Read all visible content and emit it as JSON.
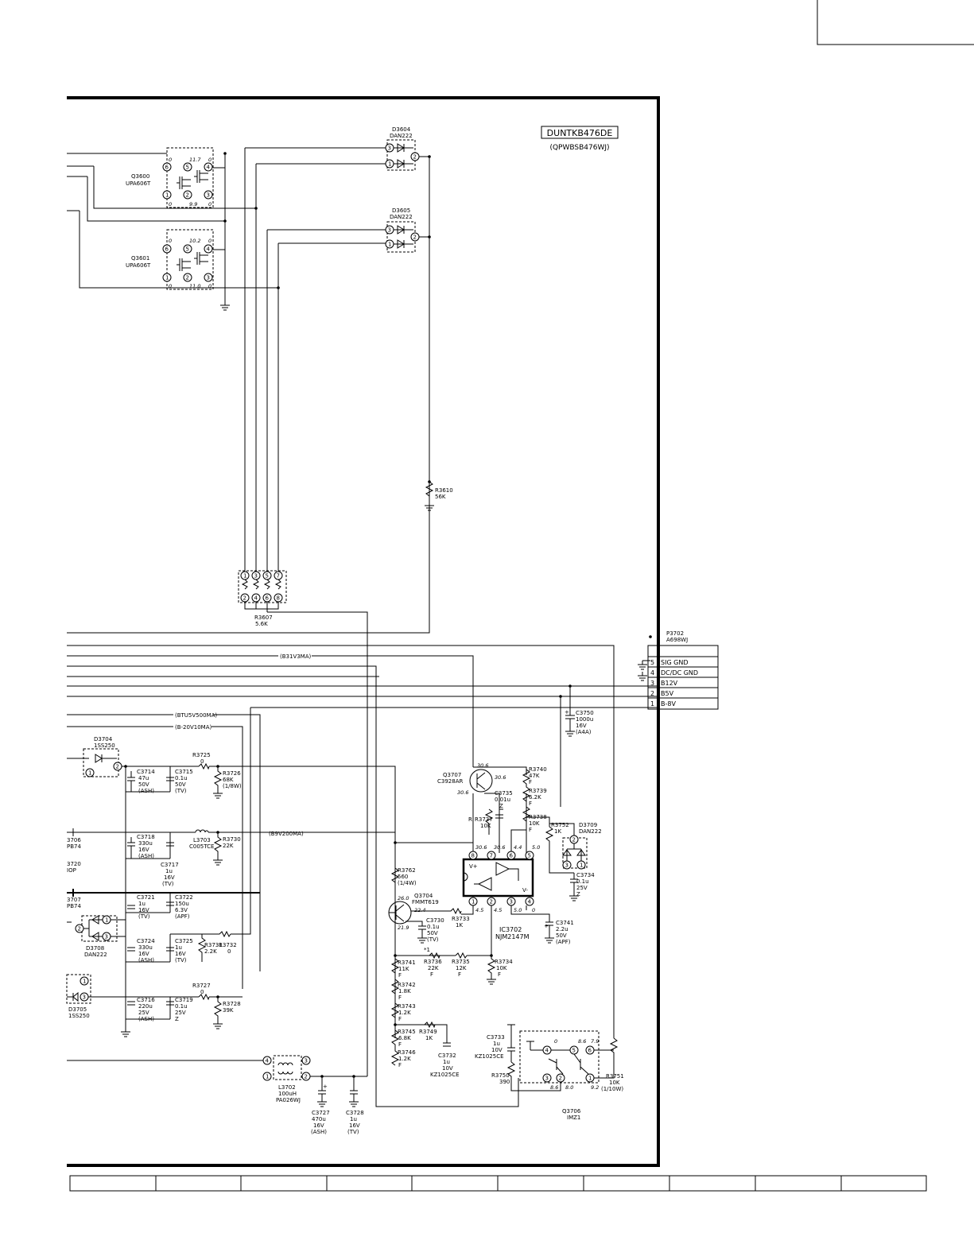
{
  "board": {
    "code": "DUNTKB476DE",
    "sub": "(QPWBSB476WJ)"
  },
  "transistors": [
    {
      "ref": "Q3600",
      "part": "UPA606T",
      "v": [
        "0",
        "11.7",
        "0",
        "0",
        "9.9",
        "0"
      ]
    },
    {
      "ref": "Q3601",
      "part": "UPA606T",
      "v": [
        "0",
        "10.2",
        "0",
        "0",
        "11.0",
        "0"
      ]
    },
    {
      "ref": "Q3707",
      "part": "C3928AR",
      "v": [
        "30.6",
        "30.6",
        "30.6"
      ]
    },
    {
      "ref": "Q3704",
      "part": "FMMT619",
      "v": [
        "26.0",
        "22.4",
        "21.9"
      ]
    },
    {
      "ref": "Q3706",
      "part": "IMZ1"
    }
  ],
  "diodes": [
    {
      "ref": "D3604",
      "part": "DAN222"
    },
    {
      "ref": "D3605",
      "part": "DAN222"
    },
    {
      "ref": "D3704",
      "part": "1SS250"
    },
    {
      "ref": "D3709",
      "part": "DAN222"
    },
    {
      "ref": "D3708",
      "part": "DAN222"
    },
    {
      "ref": "D3705",
      "part": "1SS250"
    }
  ],
  "resistors": [
    {
      "ref": "R3610",
      "val": "56K"
    },
    {
      "ref": "R3607",
      "val": "5.6K"
    },
    {
      "ref": "R3725",
      "val": "0"
    },
    {
      "ref": "R3726",
      "val": "68K",
      "note": "(1/8W)"
    },
    {
      "ref": "R3730",
      "val": "22K"
    },
    {
      "ref": "R3731",
      "val": "2.2K"
    },
    {
      "ref": "R3732",
      "val": "0"
    },
    {
      "ref": "R3727",
      "val": "0"
    },
    {
      "ref": "R3728",
      "val": "39K"
    },
    {
      "ref": "R3740",
      "val": "47K",
      "tol": "F"
    },
    {
      "ref": "R3739",
      "val": "6.2K",
      "tol": "F"
    },
    {
      "ref": "R3738",
      "val": "10K",
      "tol": "F"
    },
    {
      "ref": "R3737",
      "val": "10K"
    },
    {
      "ref": "R3752",
      "val": "1K"
    },
    {
      "ref": "R3762",
      "val": "560",
      "note": "(1/4W)"
    },
    {
      "ref": "R3733",
      "val": "1K"
    },
    {
      "ref": "R3736",
      "val": "22K",
      "tol": "F"
    },
    {
      "ref": "R3735",
      "val": "12K",
      "tol": "F"
    },
    {
      "ref": "R3734",
      "val": "10K",
      "tol": "F"
    },
    {
      "ref": "R3741",
      "val": "11K",
      "tol": "F"
    },
    {
      "ref": "R3742",
      "val": "1.8K",
      "tol": "F"
    },
    {
      "ref": "R3743",
      "val": "1.2K",
      "tol": "F"
    },
    {
      "ref": "R3745",
      "val": "6.8K",
      "tol": "F"
    },
    {
      "ref": "R3746",
      "val": "1.2K",
      "tol": "F"
    },
    {
      "ref": "R3749",
      "val": "1K"
    },
    {
      "ref": "R3750",
      "val": "390"
    },
    {
      "ref": "R3751",
      "val": "10K",
      "note": "(1/10W)"
    }
  ],
  "capacitors": [
    {
      "ref": "C3714",
      "l": [
        "47u",
        "50V",
        "(ASH)"
      ]
    },
    {
      "ref": "C3715",
      "l": [
        "0.1u",
        "50V",
        "(TV)"
      ]
    },
    {
      "ref": "C3718",
      "l": [
        "330u",
        "16V",
        "(ASH)"
      ]
    },
    {
      "ref": "C3717",
      "l": [
        "1u",
        "16V",
        "(TV)"
      ]
    },
    {
      "ref": "C3721",
      "l": [
        "1u",
        "16V",
        "(TV)"
      ]
    },
    {
      "ref": "C3722",
      "l": [
        "150u",
        "6.3V",
        "(APF)"
      ]
    },
    {
      "ref": "C3724",
      "l": [
        "330u",
        "16V",
        "(ASH)"
      ]
    },
    {
      "ref": "C3725",
      "l": [
        "1u",
        "16V",
        "(TV)"
      ]
    },
    {
      "ref": "C3716",
      "l": [
        "220u",
        "25V",
        "(ASH)"
      ]
    },
    {
      "ref": "C3719",
      "l": [
        "0.1u",
        "25V",
        "Z"
      ]
    },
    {
      "ref": "C3750",
      "l": [
        "1000u",
        "16V",
        "(A4A)"
      ]
    },
    {
      "ref": "C3735",
      "l": [
        "0.01u",
        "Z"
      ]
    },
    {
      "ref": "C3730",
      "l": [
        "0.1u",
        "50V",
        "(TV)"
      ]
    },
    {
      "ref": "C3734",
      "l": [
        "0.1u",
        "25V",
        "Z"
      ]
    },
    {
      "ref": "C3741",
      "l": [
        "2.2u",
        "50V",
        "(APF)"
      ]
    },
    {
      "ref": "C3733",
      "l": [
        "1u",
        "10V",
        "KZ1025CE"
      ]
    },
    {
      "ref": "C3732",
      "l": [
        "1u",
        "10V",
        "KZ1025CE"
      ]
    },
    {
      "ref": "C3727",
      "l": [
        "470u",
        "16V",
        "(ASH)"
      ]
    },
    {
      "ref": "C3728",
      "l": [
        "1u",
        "16V",
        "(TV)"
      ]
    }
  ],
  "coils": [
    {
      "ref": "L3703",
      "part": "C005TCE"
    },
    {
      "ref": "L3702",
      "l": [
        "100uH",
        "PA026WJ"
      ]
    }
  ],
  "ic": {
    "ref": "IC3702",
    "part": "NJM2147M",
    "top": [
      "30.6",
      "30.6",
      "4.4",
      "5.0"
    ],
    "bot": [
      "4.5",
      "4.5",
      "5.0",
      "0"
    ],
    "vp": "V+",
    "vm": "V-"
  },
  "connector": {
    "ref": "P3702",
    "part": "A698WJ",
    "pins": [
      {
        "n": "5",
        "name": "SIG GND"
      },
      {
        "n": "4",
        "name": "DC/DC GND"
      },
      {
        "n": "3",
        "name": "B12V"
      },
      {
        "n": "2",
        "name": "B5V"
      },
      {
        "n": "1",
        "name": "B-8V"
      }
    ]
  },
  "nets": {
    "b31v": "(B31V3MA)",
    "btu": "(BTU5V500MA)",
    "bm20": "(B-20V10MA)",
    "b9v": "(B9V200MA)"
  },
  "q3706_v": [
    "0",
    "8.6",
    "7.9",
    "8.6",
    "8.0",
    "9.2"
  ],
  "misc": {
    "star": "*1",
    "R": "R"
  },
  "edge_labels": [
    "3706",
    "PB74",
    "3720",
    "IOP",
    "3707",
    "PB74"
  ]
}
